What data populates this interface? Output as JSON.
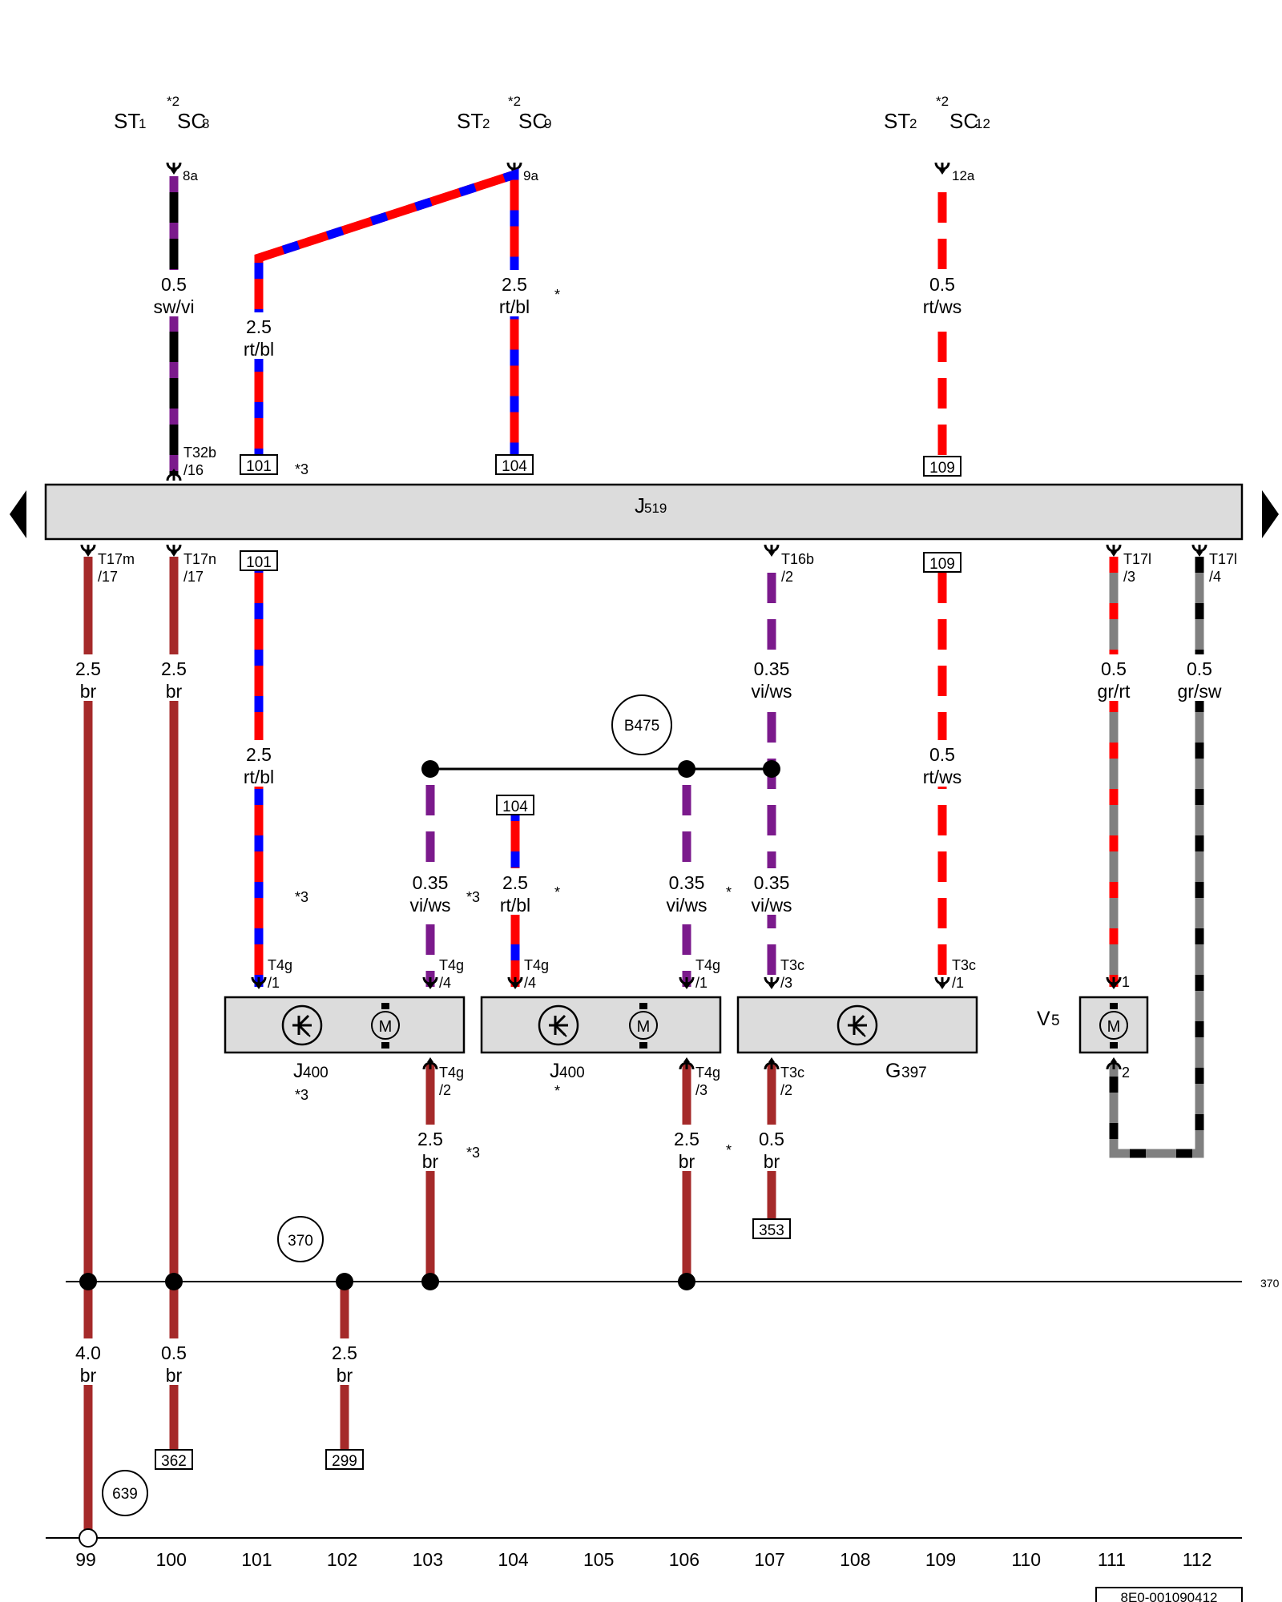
{
  "colors": {
    "br": "#a52a2a",
    "rt": "#ff0000",
    "bl": "#0000ff",
    "sw": "#000000",
    "vi": "#7b1a8c",
    "ws": "#ffffff",
    "gr": "#808080",
    "module": "#dcdcdc"
  },
  "top_labels": [
    {
      "main": "ST",
      "sub": "1"
    },
    {
      "sup": "*2",
      "main": "SC",
      "sub": "8"
    },
    {
      "main": "ST",
      "sub": "2"
    },
    {
      "sup": "*2",
      "main": "SC",
      "sub": "9"
    },
    {
      "main": "ST",
      "sub": "2"
    },
    {
      "sup": "*2",
      "main": "SC",
      "sub": "12"
    }
  ],
  "fuse_pins": [
    "8a",
    "9a",
    "12a"
  ],
  "wires": {
    "w100a": {
      "gauge": "0.5",
      "color": "sw/vi"
    },
    "w101a": {
      "gauge": "2.5",
      "color": "rt/bl"
    },
    "w104a": {
      "gauge": "2.5",
      "color": "rt/bl"
    },
    "w109a": {
      "gauge": "0.5",
      "color": "rt/ws"
    },
    "w99": {
      "gauge": "2.5",
      "color": "br"
    },
    "w100b": {
      "gauge": "2.5",
      "color": "br"
    },
    "w101b": {
      "gauge": "2.5",
      "color": "rt/bl"
    },
    "w107a": {
      "gauge": "0.35",
      "color": "vi/ws"
    },
    "w109b": {
      "gauge": "0.5",
      "color": "rt/ws"
    },
    "w111": {
      "gauge": "0.5",
      "color": "gr/rt"
    },
    "w112": {
      "gauge": "0.5",
      "color": "gr/sw"
    },
    "w103a": {
      "gauge": "0.35",
      "color": "vi/ws"
    },
    "w104b": {
      "gauge": "2.5",
      "color": "rt/bl"
    },
    "w106a": {
      "gauge": "0.35",
      "color": "vi/ws"
    },
    "w107b": {
      "gauge": "0.35",
      "color": "vi/ws"
    },
    "w103b": {
      "gauge": "2.5",
      "color": "br"
    },
    "w106b": {
      "gauge": "2.5",
      "color": "br"
    },
    "w107c": {
      "gauge": "0.5",
      "color": "br"
    },
    "w99b": {
      "gauge": "4.0",
      "color": "br"
    },
    "w100c": {
      "gauge": "0.5",
      "color": "br"
    },
    "w102": {
      "gauge": "2.5",
      "color": "br"
    }
  },
  "connectors": {
    "t32b": {
      "name": "T32b",
      "pin": "/16"
    },
    "t17m": {
      "name": "T17m",
      "pin": "/17"
    },
    "t17n": {
      "name": "T17n",
      "pin": "/17"
    },
    "t16b": {
      "name": "T16b",
      "pin": "/2"
    },
    "t17l3": {
      "name": "T17l",
      "pin": "/3"
    },
    "t17l4": {
      "name": "T17l",
      "pin": "/4"
    },
    "t4g1a": {
      "name": "T4g",
      "pin": "/1"
    },
    "t4g4a": {
      "name": "T4g",
      "pin": "/4"
    },
    "t4g4b": {
      "name": "T4g",
      "pin": "/4"
    },
    "t4g1b": {
      "name": "T4g",
      "pin": "/1"
    },
    "t3c3": {
      "name": "T3c",
      "pin": "/3"
    },
    "t3c1": {
      "name": "T3c",
      "pin": "/1"
    },
    "t4g2": {
      "name": "T4g",
      "pin": "/2"
    },
    "t4g3": {
      "name": "T4g",
      "pin": "/3"
    },
    "t3c2": {
      "name": "T3c",
      "pin": "/2"
    },
    "v5p1": {
      "pin": "1"
    },
    "v5p2": {
      "pin": "2"
    }
  },
  "refs": {
    "r101a": "101",
    "r104a": "104",
    "r109a": "109",
    "r101b": "101",
    "r109b": "109",
    "r104b": "104",
    "r353": "353",
    "r362": "362",
    "r299": "299"
  },
  "notes": {
    "n3a": "*3",
    "n_star_a": "*",
    "n3b": "*3",
    "n3c": "*3",
    "n_star_b": "*",
    "n_star_c": "*",
    "n3d": "*3",
    "n_star_d": "*",
    "n3e": "*3",
    "n_star_e": "*"
  },
  "bus": {
    "main": "J",
    "sub": "519"
  },
  "components": {
    "j400a": {
      "main": "J",
      "sub": "400"
    },
    "j400b": {
      "main": "J",
      "sub": "400"
    },
    "g397": {
      "main": "G",
      "sub": "397"
    },
    "v5": {
      "main": "V",
      "sub": "5"
    },
    "motor_glyph": "M"
  },
  "grounds": {
    "g370": "370",
    "g639": "639",
    "g_b475": "B475"
  },
  "ground_line_ref": "370",
  "track_numbers": [
    "99",
    "100",
    "101",
    "102",
    "103",
    "104",
    "105",
    "106",
    "107",
    "108",
    "109",
    "110",
    "111",
    "112"
  ],
  "drawing_id": "8E0-001090412"
}
